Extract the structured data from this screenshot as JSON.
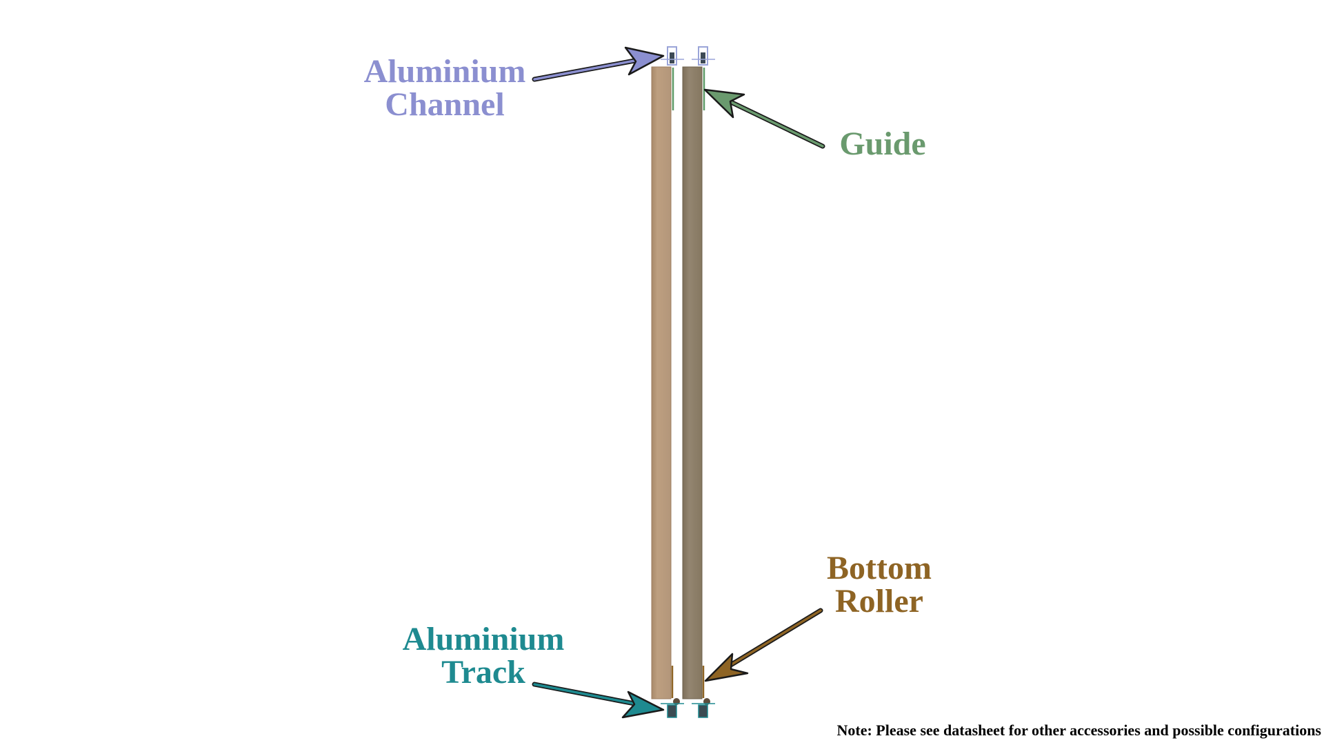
{
  "labels": {
    "channel": {
      "line1": "Aluminium",
      "line2": "Channel",
      "color": "#8b8fd0"
    },
    "guide": {
      "line1": "Guide",
      "color": "#6a9a6e"
    },
    "roller": {
      "line1": "Bottom",
      "line2": "Roller",
      "color": "#8e6424"
    },
    "track": {
      "line1": "Aluminium",
      "line2": "Track",
      "color": "#1e8a90"
    }
  },
  "note": "Note: Please see datasheet for other accessories and possible configurations",
  "colors": {
    "panel_light": "#b99b7b",
    "panel_dark": "#8e8068",
    "background": "#ffffff"
  }
}
